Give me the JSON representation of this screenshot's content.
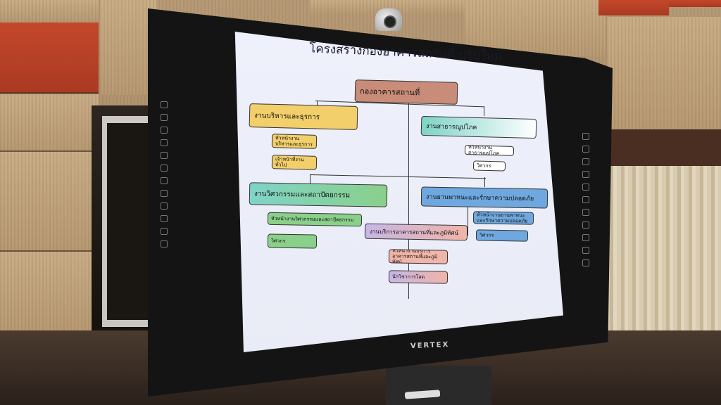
{
  "slide": {
    "title": "โครงสร้างกองอาคารสถานที่ ปรับใหม่",
    "root": "กองอาคารสถานที่",
    "nodes": {
      "admin": "งานบริหารและธุรการ",
      "admin_head": "หัวหน้างานบริหารและธุรการ",
      "admin_staff": "เจ้าหน้าที่งานทั่วไป",
      "utility": "งานสาธารณูปโภค",
      "utility_head": "หัวหน้างานสาธารณูปโภค",
      "utility_eng": "วิศวกร",
      "engineering": "งานวิศวกรรมและสถาปัตยกรรม",
      "engineering_head": "หัวหน้างานวิศวกรรมและสถาปัตยกรรม",
      "engineering_eng": "วิศวกร",
      "transport": "งานยานพาหนะและรักษาความปลอดภัย",
      "transport_head": "หัวหน้างานยานพาหนะและรักษาความปลอดภัย",
      "transport_eng": "วิศวกร",
      "building": "งานบริการอาคารสถานที่และภูมิทัศน์",
      "building_head": "หัวหน้างานบริการอาคารสถานที่และภูมิทัศน์",
      "building_staff": "นักวิชาการโสต"
    }
  },
  "monitor": {
    "brand": "VERTEX"
  },
  "colors": {
    "root": "#c98c78",
    "admin": "#f2cf6a",
    "utility": "#7fd3c8",
    "engineering": "#8ad08a",
    "transport": "#6fa8df",
    "building": "#c7b6e6",
    "building_sub": "#f0b4a8"
  }
}
